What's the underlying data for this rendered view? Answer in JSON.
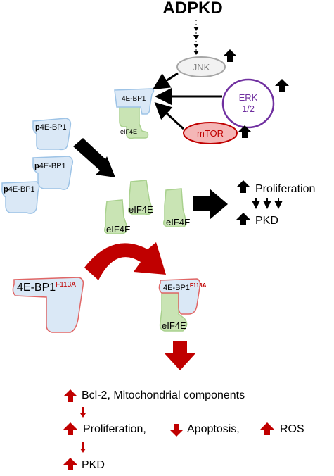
{
  "title": "ADPKD",
  "kinases": {
    "jnk": "JNK",
    "erk_line1": "ERK",
    "erk_line2": "1/2",
    "mtor": "mTOR"
  },
  "upper": {
    "complex_bp1": "4E-BP1",
    "complex_eif4e": "eIF4E",
    "p_prefix": "p",
    "p_name": "4E-BP1",
    "free_eif4e": "eIF4E"
  },
  "outcomes_top": {
    "proliferation": "Proliferation",
    "pkd": "PKD"
  },
  "mutant": {
    "name": "4E-BP1",
    "mutation": "F113A",
    "complex_eif4e": "eIF4E"
  },
  "outcomes_bottom": {
    "bcl2": "Bcl-2, Mitochondrial components",
    "proliferation": "Proliferation,",
    "apoptosis": "Apoptosis,",
    "ros": "ROS",
    "pkd": "PKD"
  },
  "colors": {
    "black": "#000000",
    "red_arrow": "#c00000",
    "blue_fill": "#dae8f6",
    "blue_stroke": "#9dc3e6",
    "green_fill": "#c9e4b4",
    "green_stroke": "#a9d18e",
    "jnk_stroke": "#a6a6a6",
    "jnk_text": "#808080",
    "erk_stroke": "#7030a0",
    "erk_text": "#7030a0",
    "mtor_fill": "#f4b6b6",
    "mtor_stroke": "#c00000",
    "mtor_text": "#c00000",
    "mut_stroke": "#e06666"
  }
}
